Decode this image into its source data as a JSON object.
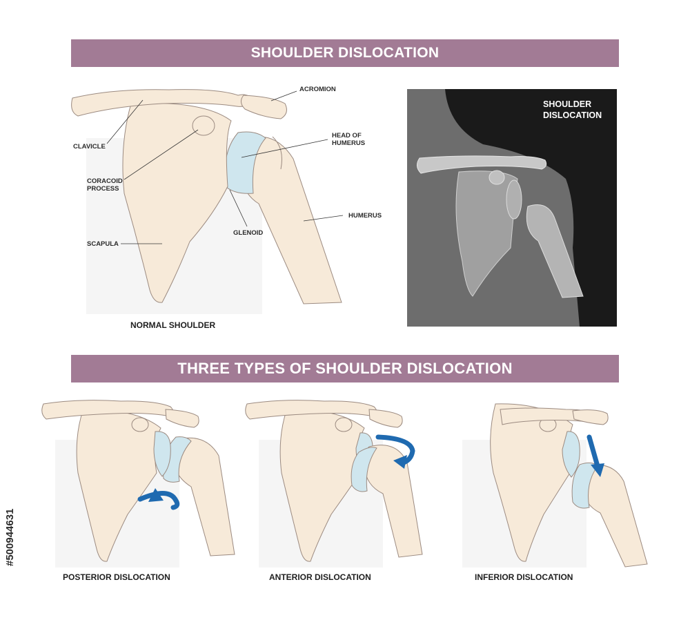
{
  "banners": {
    "top": "SHOULDER DISLOCATION",
    "bottom": "THREE TYPES OF SHOULDER DISLOCATION"
  },
  "labels": {
    "acromion": "ACROMION",
    "clavicle": "CLAVICLE",
    "head_of_humerus_1": "HEAD OF",
    "head_of_humerus_2": "HUMERUS",
    "coracoid_1": "CORACOID",
    "coracoid_2": "PROCESS",
    "humerus": "HUMERUS",
    "glenoid": "GLENOID",
    "scapula": "SCAPULA"
  },
  "captions": {
    "normal": "NORMAL SHOULDER",
    "xray_1": "SHOULDER",
    "xray_2": "DISLOCATION",
    "posterior": "POSTERIOR DISLOCATION",
    "anterior": "ANTERIOR DISLOCATION",
    "inferior": "INFERIOR DISLOCATION"
  },
  "stock_id": "#500944631",
  "colors": {
    "banner": "#a27b95",
    "bone": "#f7ead9",
    "bone_outline": "#9b8a80",
    "cartilage": "#cfe6ee",
    "arrow": "#1f6ab0",
    "xray_dark": "#1a1a1a",
    "xray_body": "#6d6d6d"
  }
}
